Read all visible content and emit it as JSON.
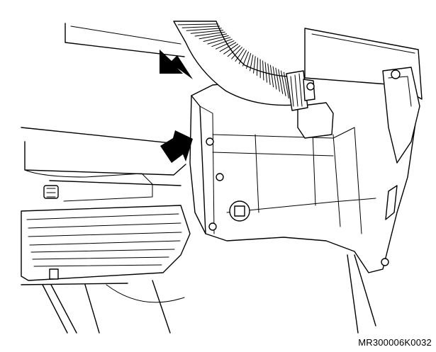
{
  "figure": {
    "reference_code": "MR300006K0032",
    "callouts": [
      {
        "name": "upper-arrow",
        "points_to": "hose-connection"
      },
      {
        "name": "lower-arrow",
        "points_to": "bolt"
      }
    ]
  }
}
